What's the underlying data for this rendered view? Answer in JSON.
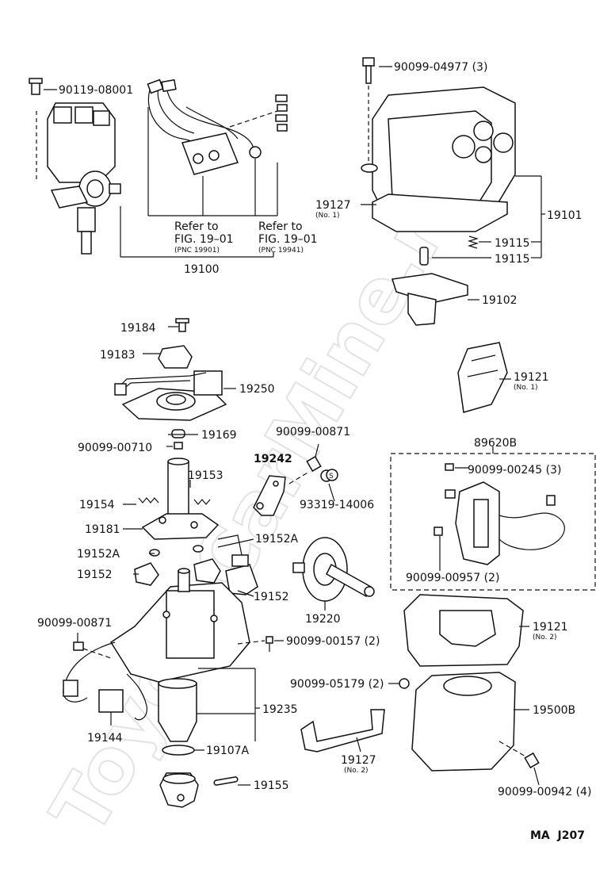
{
  "watermark": "ToyotaCarMine.ru",
  "sheet_code": "MA  J207",
  "parts": {
    "p90119_08001": "90119-08001",
    "p90099_04977": "90099-04977 (3)",
    "ref1_line1": "Refer to",
    "ref1_line2": "FIG. 19–01",
    "ref1_pnc": "(PNC 19901)",
    "ref2_line1": "Refer to",
    "ref2_line2": "FIG. 19–01",
    "ref2_pnc": "(PNC 19941)",
    "p19100": "19100",
    "p19127_1": "19127",
    "p19127_1_note": "(No. 1)",
    "p19101": "19101",
    "p19115_a": "19115",
    "p19115_b": "19115",
    "p19102": "19102",
    "p19184": "19184",
    "p19183": "19183",
    "p19250": "19250",
    "p19121_1": "19121",
    "p19121_1_note": "(No. 1)",
    "p19169": "19169",
    "p90099_00871_a": "90099-00871",
    "p89620B": "89620B",
    "p90099_00710": "90099-00710",
    "p19242": "19242",
    "p90099_00245": "90099-00245 (3)",
    "p19153": "19153",
    "p93319_14006": "93319-14006",
    "p19154": "19154",
    "p19181": "19181",
    "p19152A_r": "19152A",
    "p19152A_l": "19152A",
    "p90099_00957": "90099-00957 (2)",
    "p19152_l": "19152",
    "p19152_r": "19152",
    "p19220": "19220",
    "p90099_00871_b": "90099-00871",
    "p19121_2": "19121",
    "p19121_2_note": "(No. 2)",
    "p90099_00157": "90099-00157 (2)",
    "p90099_05179": "90099-05179 (2)",
    "p19235": "19235",
    "p19500B": "19500B",
    "p19144": "19144",
    "p19127_2": "19127",
    "p19127_2_note": "(No. 2)",
    "p19107A": "19107A",
    "p90099_00942": "90099-00942 (4)",
    "p19155": "19155"
  }
}
